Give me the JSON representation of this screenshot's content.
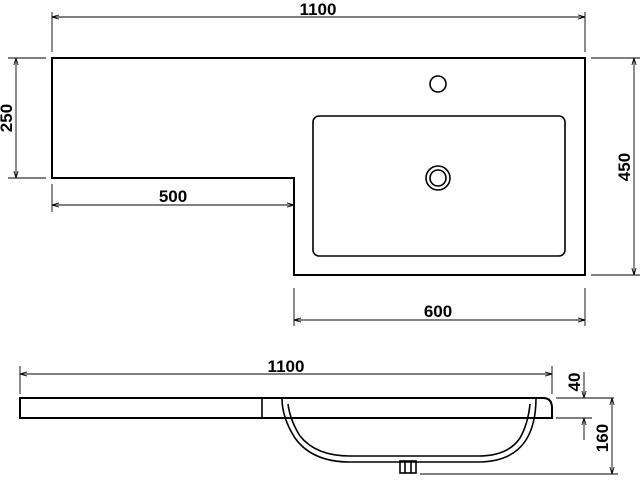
{
  "plan_view": {
    "dim_total_width": "1100",
    "dim_left_depth": "250",
    "dim_left_width": "500",
    "dim_total_depth": "450",
    "dim_basin_width": "600"
  },
  "elevation_view": {
    "dim_total_width": "1100",
    "dim_top_thickness": "40",
    "dim_bowl_depth": "160"
  }
}
